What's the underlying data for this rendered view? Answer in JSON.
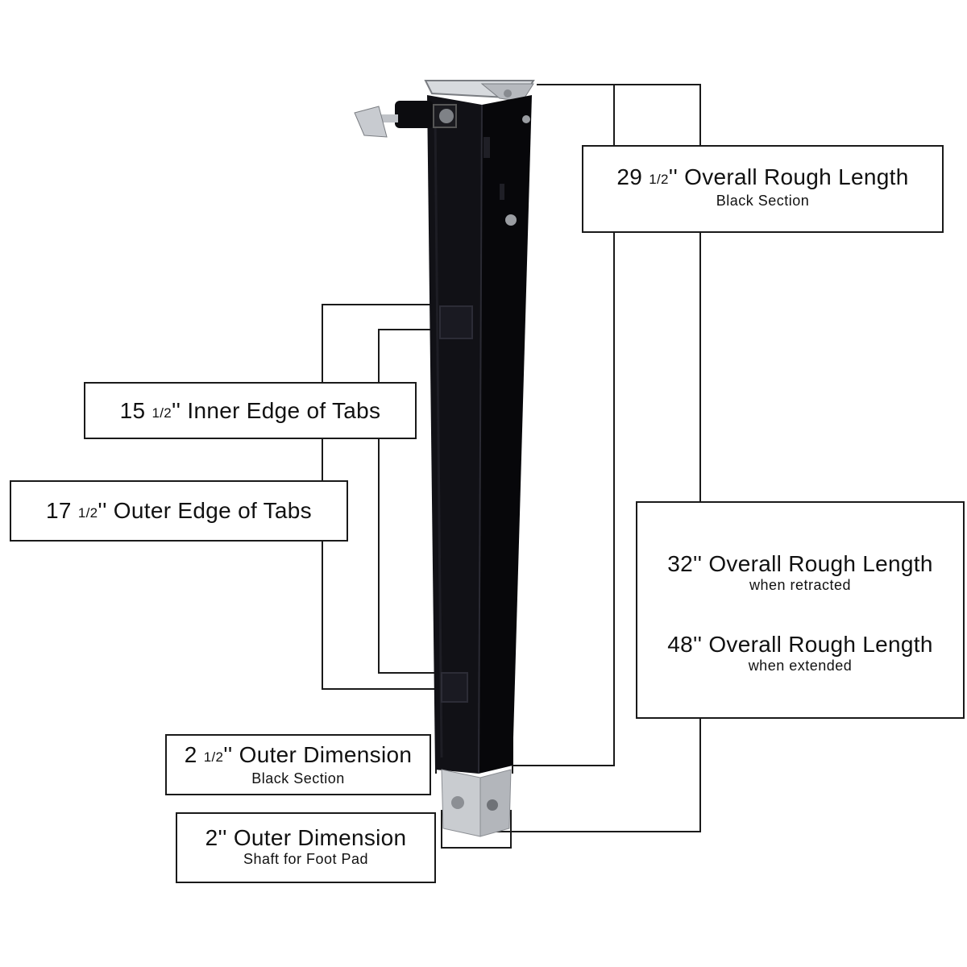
{
  "labels": {
    "overall_black": {
      "whole": "29",
      "frac": "1/2",
      "text": "'' Overall Rough Length",
      "sub": "Black Section"
    },
    "inner_tabs": {
      "whole": "15",
      "frac": "1/2",
      "text": "'' Inner Edge of Tabs"
    },
    "outer_tabs": {
      "whole": "17",
      "frac": "1/2",
      "text": "'' Outer Edge of Tabs"
    },
    "overall_total": {
      "retracted_text": "32'' Overall Rough Length",
      "retracted_sub": "when retracted",
      "extended_text": "48'' Overall Rough Length",
      "extended_sub": "when extended"
    },
    "outer_dim_black": {
      "whole": "2",
      "frac": "1/2",
      "text": "'' Outer Dimension",
      "sub": "Black Section"
    },
    "outer_dim_shaft": {
      "text": "2'' Outer Dimension",
      "sub": "Shaft for Foot Pad"
    }
  },
  "colors": {
    "post": "#0b0b0f",
    "post_edge": "#2a2a33",
    "steel": "#c9ccd0",
    "line": "#1a1a1a"
  }
}
